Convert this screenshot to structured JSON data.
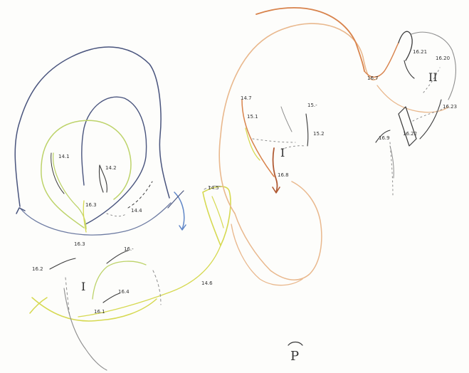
{
  "colors": {
    "navy": "#49547d",
    "slate_blue": "#6d7ba2",
    "blue": "#5f86c7",
    "yellow_green": "#bdd36a",
    "yellow": "#d6d951",
    "pale_orange": "#e9b88d",
    "orange": "#d8834c",
    "rust": "#b05a33",
    "gray": "#8d8d8d",
    "dark": "#3a3a3a"
  },
  "labels": {
    "l_14_1": "14.1",
    "l_14_2": "14.2",
    "l_14_4": "14.4",
    "l_16_3a": "16.3",
    "l_16_3b": "16.3",
    "l_16_2": "16.2",
    "l_16_x": "16.-",
    "l_16_4": "16.4",
    "l_16_1": "16.1",
    "l_14_6": "14.6",
    "l_14_5": "14.5",
    "l_14_7": "14.7",
    "l_15_1": "15.1",
    "l_15_x": "15.-",
    "l_15_2": "15.2",
    "l_16_8": "16.8",
    "l_16_7": "16.7",
    "l_16_9": "16.9",
    "l_16_21": "16.21",
    "l_16_20": "16.20",
    "l_16_22": "16.22",
    "l_16_23": "16.23",
    "roman_left": "I",
    "roman_mid": "I",
    "roman_right": "II",
    "corner_mark": "P"
  }
}
